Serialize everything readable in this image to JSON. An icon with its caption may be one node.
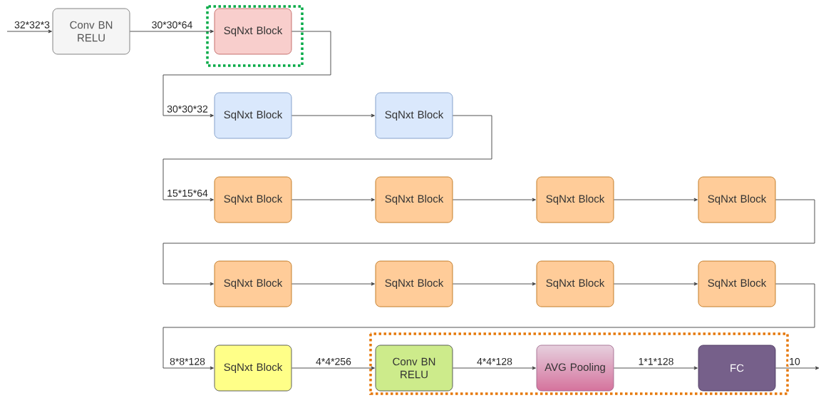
{
  "diagram": {
    "nodes": [
      {
        "text": [
          "Conv BN RELU"
        ]
      },
      {
        "text": [
          "SqNxt Block"
        ]
      },
      {
        "text": [
          "SqNxt Block"
        ]
      },
      {
        "text": [
          "SqNxt Block"
        ]
      },
      {
        "text": [
          "SqNxt Block"
        ]
      },
      {
        "text": [
          "SqNxt Block"
        ]
      },
      {
        "text": [
          "SqNxt Block"
        ]
      },
      {
        "text": [
          "SqNxt Block"
        ]
      },
      {
        "text": [
          "SqNxt Block"
        ]
      },
      {
        "text": [
          "SqNxt Block"
        ]
      },
      {
        "text": [
          "SqNxt Block"
        ]
      },
      {
        "text": [
          "SqNxt Block"
        ]
      },
      {
        "text": [
          "SqNxt Block"
        ]
      },
      {
        "text": [
          "Conv BN RELU"
        ]
      },
      {
        "text": [
          "AVG Pooling"
        ]
      },
      {
        "text": [
          "FC"
        ]
      }
    ],
    "edges": [
      {
        "from": null,
        "to": 0,
        "arrow": "to",
        "label": "32*32*3"
      },
      {
        "from": 0,
        "to": 1,
        "arrow": "to",
        "label": "30*30*64"
      },
      {
        "from": 1,
        "to": 2,
        "arrow": "to",
        "label": "30*30*32"
      },
      {
        "from": 2,
        "to": 3,
        "arrow": "to"
      },
      {
        "from": 3,
        "to": 4,
        "arrow": "to",
        "label": "15*15*64"
      },
      {
        "from": 4,
        "to": 5,
        "arrow": "to"
      },
      {
        "from": 5,
        "to": 6,
        "arrow": "to"
      },
      {
        "from": 6,
        "to": 7,
        "arrow": "to"
      },
      {
        "from": 7,
        "to": 8,
        "arrow": "to"
      },
      {
        "from": 8,
        "to": 9,
        "arrow": "to"
      },
      {
        "from": 9,
        "to": 10,
        "arrow": "to"
      },
      {
        "from": 10,
        "to": 11,
        "arrow": "to"
      },
      {
        "from": 11,
        "to": 12,
        "arrow": "to",
        "label": "8*8*128"
      },
      {
        "from": 12,
        "to": 13,
        "arrow": "to",
        "label": "4*4*256"
      },
      {
        "from": 13,
        "to": 14,
        "arrow": "to",
        "label": "4*4*128"
      },
      {
        "from": 14,
        "to": 15,
        "arrow": "to",
        "label": "1*1*128"
      },
      {
        "from": 15,
        "to": null,
        "arrow": "to",
        "label": "10"
      }
    ]
  }
}
